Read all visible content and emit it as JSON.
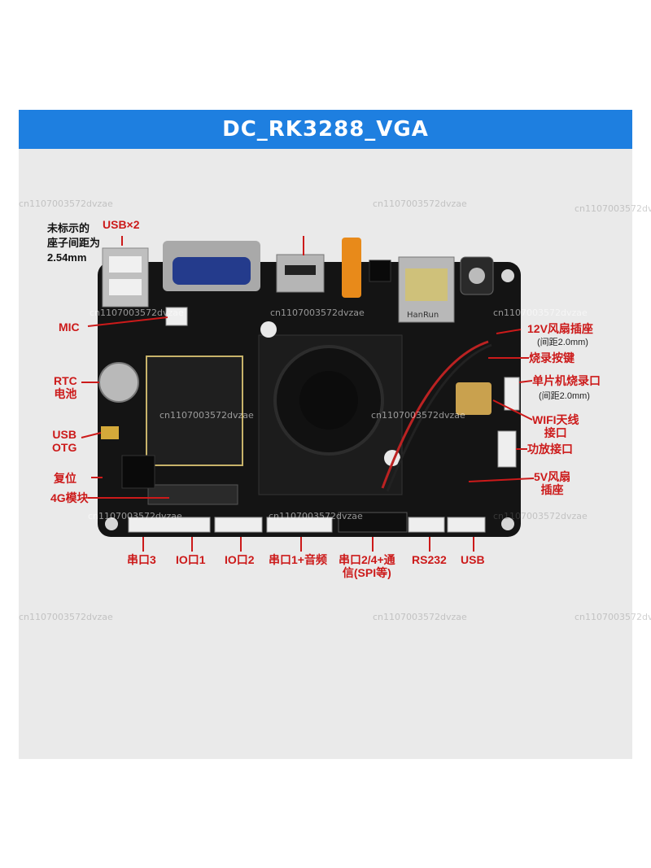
{
  "title": "DC_RK3288_VGA",
  "note_lines": [
    "未标示的",
    "座子间距为",
    "2.54mm"
  ],
  "labels": {
    "usb_x2": "USB×2",
    "mic": "MIC",
    "rtc": [
      "RTC",
      "电池"
    ],
    "usb_otg": [
      "USB",
      "OTG"
    ],
    "reset": "复位",
    "module_4g": "4G模块",
    "fan_12v": "12V风扇插座",
    "fan_12v_pitch": "(间距2.0mm)",
    "burn_key": "烧录按键",
    "mcu_burn": "单片机烧录口",
    "mcu_burn_pitch": "(间距2.0mm)",
    "wifi_antenna": [
      "WIFI天线",
      "接口"
    ],
    "amp": "功放接口",
    "fan_5v": [
      "5V风扇",
      "插座"
    ],
    "uart3": "串口3",
    "io1": "IO口1",
    "io2": "IO口2",
    "uart1_audio": "串口1+音频",
    "uart24": [
      "串口2/4+通",
      "信(SPI等)"
    ],
    "rs232": "RS232",
    "usb_bottom": "USB"
  },
  "silkscreen": {
    "lan_brand": "HanRun"
  },
  "watermark": "cn1107003572dvzae",
  "colors": {
    "banner": "#1e7fe0",
    "label": "#cc1a1a",
    "board": "#151515"
  }
}
